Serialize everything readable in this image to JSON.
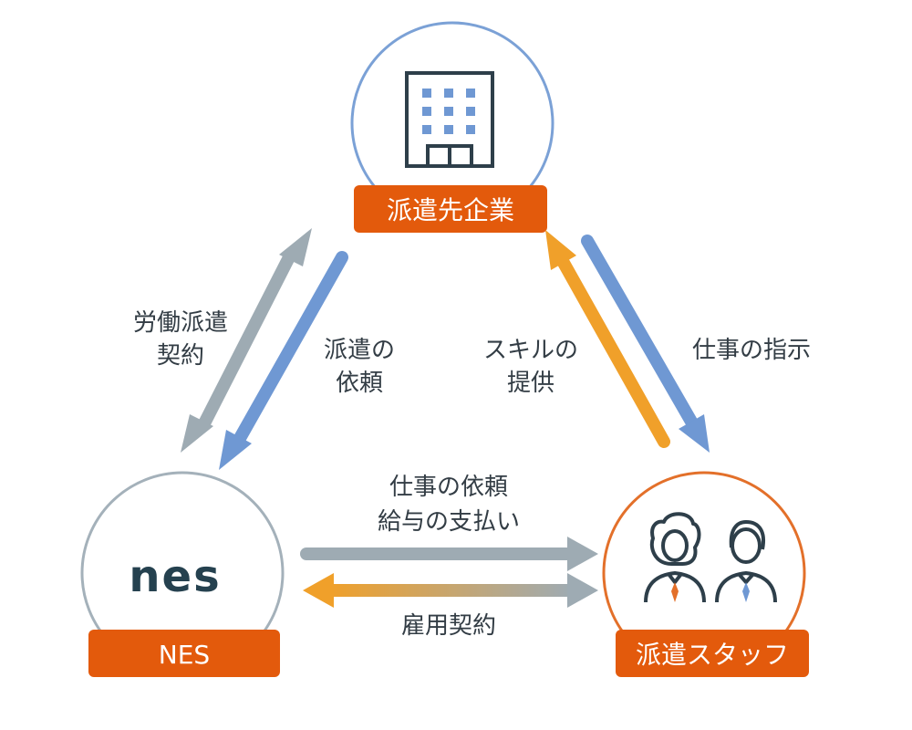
{
  "nodes": {
    "client": {
      "label": "派遣先企業"
    },
    "nes": {
      "label": "NES",
      "logo_text": "nes"
    },
    "staff": {
      "label": "派遣スタッフ"
    }
  },
  "edges": {
    "nes_client_contract": [
      "労働派遣",
      "契約"
    ],
    "client_request": [
      "派遣の",
      "依頼"
    ],
    "staff_skill": [
      "スキルの",
      "提供"
    ],
    "client_instruction": "仕事の指示",
    "nes_staff_request": [
      "仕事の依頼",
      "給与の支払い"
    ],
    "employment": "雇用契約"
  },
  "colors": {
    "orange_label": "#e35a0c",
    "blue": "#6f98d3",
    "gray": "#9eabb3",
    "amber": "#f0a02a",
    "circle_client": "#7ba1d6",
    "circle_nes": "#a4b1ba",
    "circle_staff": "#e3702a",
    "text": "#333d45",
    "icon_dark": "#2e3f4a"
  }
}
